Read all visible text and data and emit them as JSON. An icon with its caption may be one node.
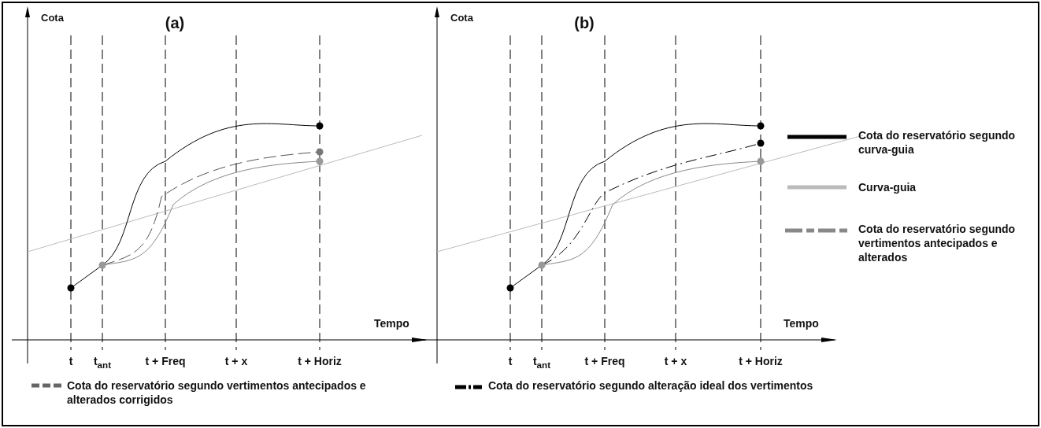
{
  "diagram": {
    "labels": [
      "Cota",
      "(a)",
      "Tempo",
      "t",
      "t$_{ant}$",
      "t + Freq",
      "t + x",
      "t + Horiz",
      "Cota",
      "(b)",
      "Tempo",
      "t",
      "t$_{ant}$",
      "t + Freq",
      "t + x",
      "t + Horiz"
    ],
    "legend": [
      {
        "text": "Cota do reservatório segundo curva-guia"
      },
      {
        "text": "Curva-guia"
      },
      {
        "text": "Cota do reservatório segundo vertimentos antecipados e alterados"
      },
      {
        "text": "Cota do reservatório segundo vertimentos antecipados e alterados corrigidos"
      },
      {
        "text": "Cota do reservatório segundo alteração ideal dos vertimentos"
      }
    ]
  }
}
